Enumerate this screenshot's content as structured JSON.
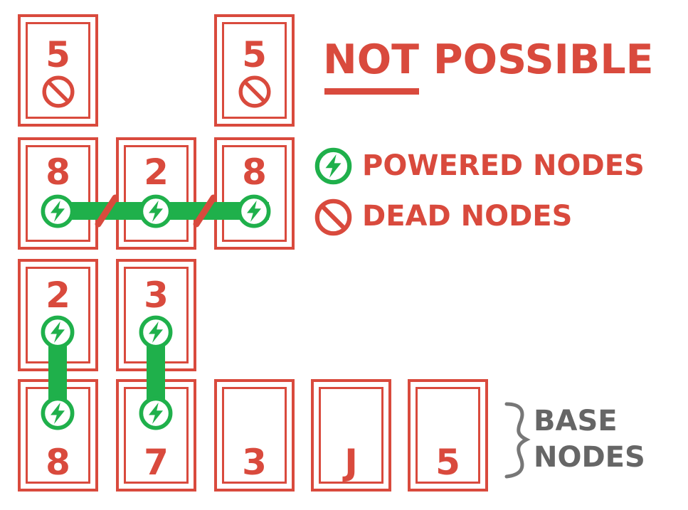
{
  "title": "NOT POSSIBLE",
  "legend": {
    "powered": {
      "label": "POWERED NODES",
      "icon": "lightning-bolt-icon"
    },
    "dead": {
      "label": "DEAD NODES",
      "icon": "prohibited-icon"
    }
  },
  "base_label": {
    "line1": "BASE",
    "line2": "NODES"
  },
  "cards": {
    "top_left": "5",
    "top_right": "5",
    "middle_left": "8",
    "middle_center": "2",
    "middle_right": "8",
    "upper_left": "2",
    "upper_center": "3",
    "base_1": "8",
    "base_2": "7",
    "base_3": "3",
    "base_4": "J",
    "base_5": "5"
  },
  "colors": {
    "red": "#d94a3d",
    "green": "#1fb04b",
    "gray": "#666666",
    "white": "#ffffff"
  }
}
